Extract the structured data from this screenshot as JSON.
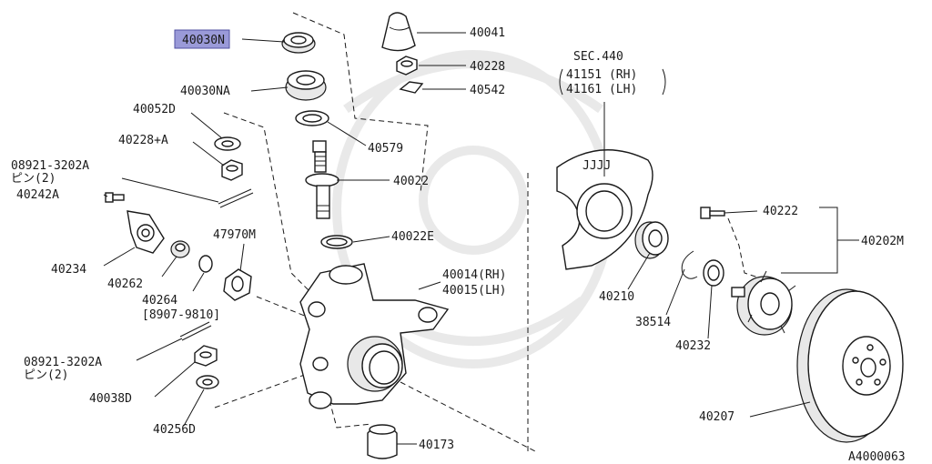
{
  "diagram": {
    "highlight_color": "#9a9ad8",
    "figure_code": "A4000063",
    "labels": {
      "p40030N": "40030N",
      "p40030NA": "40030NA",
      "p40052D": "40052D",
      "p40228A": "40228+A",
      "p08921_top": "08921-3202A",
      "p08921_top_sub": "ピン(2)",
      "p40242A": "40242A",
      "p40234": "40234",
      "p40262": "40262",
      "p40264": "40264",
      "p40264_sub": "[8907-9810]",
      "p47970M": "47970M",
      "p08921_bot": "08921-3202A",
      "p08921_bot_sub": "ピン(2)",
      "p40038D": "40038D",
      "p40256D": "40256D",
      "p40041": "40041",
      "p40228": "40228",
      "p40542": "40542",
      "p40579": "40579",
      "p40022": "40022",
      "p40022E": "40022E",
      "p40014": "40014(RH)",
      "p40015": "40015(LH)",
      "p40173": "40173",
      "sec440": "SEC.440",
      "p41151": "41151 (RH)",
      "p41161": "41161 (LH)",
      "p40210": "40210",
      "p38514": "38514",
      "p40232": "40232",
      "p40222": "40222",
      "p40202M": "40202M",
      "p40207": "40207"
    }
  }
}
